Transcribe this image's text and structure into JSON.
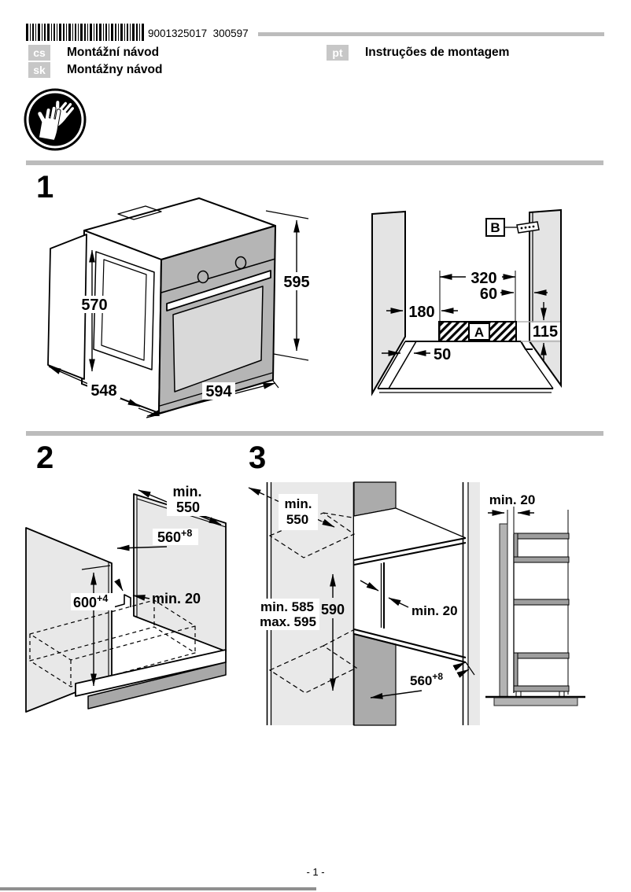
{
  "header": {
    "barcode_text": "9001325017  300597",
    "languages": [
      {
        "code": "cs",
        "title": "Montážní návod"
      },
      {
        "code": "sk",
        "title": "Montážny návod"
      },
      {
        "code": "pt",
        "title": "Instruções de montagem"
      }
    ]
  },
  "sections": {
    "one": {
      "number": "1",
      "oven": {
        "inner_height": "570",
        "outer_height": "595",
        "depth": "548",
        "width": "594"
      },
      "niche": {
        "back_width": "320",
        "side_offset": "60",
        "left_depth": "180",
        "strip_height": "115",
        "front_offset": "50",
        "area_label": "A",
        "bracket_label": "B"
      }
    },
    "two": {
      "number": "2",
      "labels": {
        "depth_min": "min.",
        "depth_value": "550",
        "width_value": "560",
        "width_sup": "+8",
        "height_value": "600",
        "height_sup": "+4",
        "rear_gap": "min. 20"
      }
    },
    "three": {
      "number": "3",
      "labels": {
        "depth_min": "min.",
        "depth_value": "550",
        "niche_min": "min. 585",
        "niche_max": "max. 595",
        "niche_height": "590",
        "rear_gap": "min. 20",
        "cutout_value": "560",
        "cutout_sup": "+8",
        "wall_gap": "min. 20"
      }
    }
  },
  "footer": {
    "page_number": "- 1 -"
  }
}
